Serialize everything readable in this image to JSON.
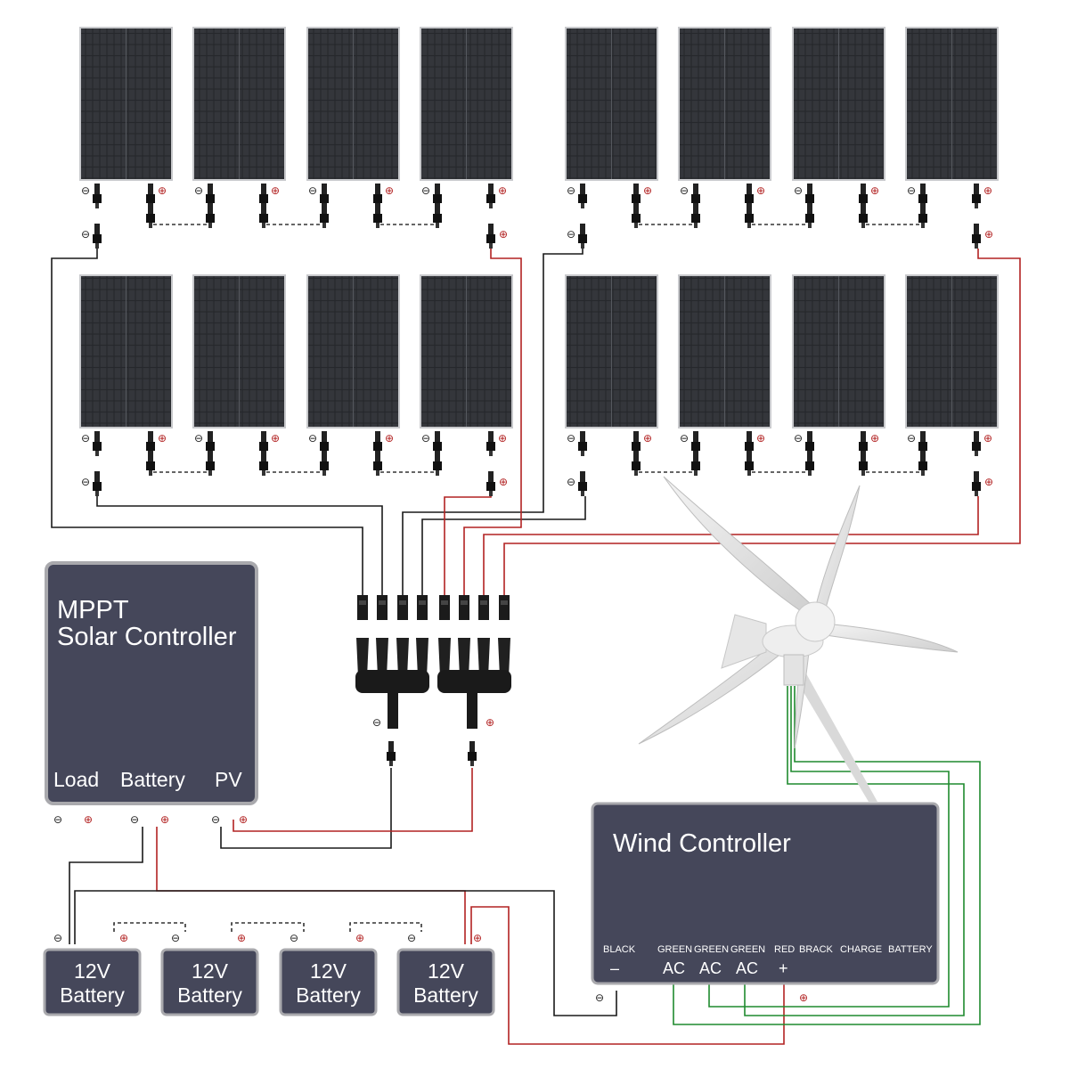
{
  "mppt_controller": {
    "title_line1": "MPPT",
    "title_line2": "Solar Controller",
    "terminal_load": "Load",
    "terminal_battery": "Battery",
    "terminal_pv": "PV"
  },
  "wind_controller": {
    "title": "Wind Controller",
    "labels": [
      "BLACK",
      "GREEN",
      "GREEN",
      "GREEN",
      "RED",
      "BRACK",
      "CHARGE",
      "BATTERY"
    ],
    "values": [
      "–",
      "AC",
      "AC",
      "AC",
      "+"
    ]
  },
  "batteries": [
    {
      "line1": "12V",
      "line2": "Battery"
    },
    {
      "line1": "12V",
      "line2": "Battery"
    },
    {
      "line1": "12V",
      "line2": "Battery"
    },
    {
      "line1": "12V",
      "line2": "Battery"
    }
  ],
  "symbols": {
    "negative": "⊖",
    "positive": "⊕"
  },
  "colors": {
    "controller_fill": "#45475a",
    "controller_border": "#a9a9ad",
    "wire_negative": "#1a1a1a",
    "wire_positive": "#b22222",
    "wire_ac": "#1f8a2e",
    "series_link": "#333333",
    "panel_cell": "#2b2d31",
    "panel_frame": "#c8c9cc"
  },
  "solar_panels": {
    "rows": 2,
    "columns": 8,
    "count": 16
  }
}
